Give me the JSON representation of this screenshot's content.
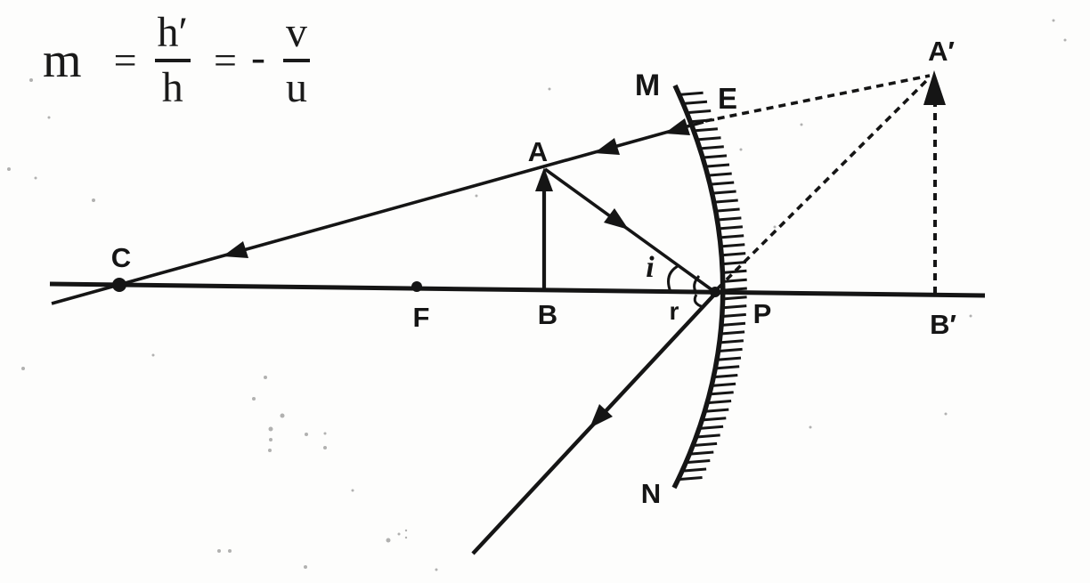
{
  "formula": {
    "lhs": "m",
    "eq1": "=",
    "frac1": {
      "num": "h′",
      "den": "h"
    },
    "eq2": "=",
    "sign": "-",
    "frac2": {
      "num": "v",
      "den": "u"
    }
  },
  "diagram": {
    "labels": {
      "mirror_top": "M",
      "incidence_point": "E",
      "image_tip": "A′",
      "object_tip": "A",
      "object_base": "B",
      "centre_of_curvature": "C",
      "focus": "F",
      "pole": "P",
      "image_base": "B′",
      "mirror_bottom": "N",
      "angle_incidence": "i",
      "angle_reflection": "r"
    },
    "ink_color": "#151515",
    "background_color": "#fdfdfc"
  }
}
